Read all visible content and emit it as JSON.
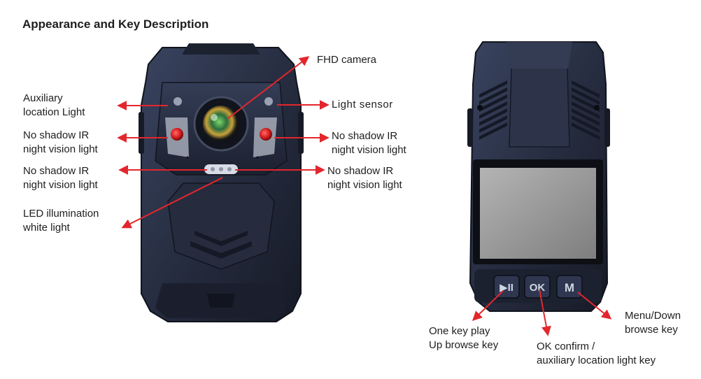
{
  "title": "Appearance and Key Description",
  "front_labels": {
    "aux_light": [
      "Auxiliary",
      "location Light"
    ],
    "fhd_camera": [
      "FHD camera"
    ],
    "light_sensor": [
      "Light sensor"
    ],
    "ir_left_upper": [
      "No shadow IR",
      "night vision light"
    ],
    "ir_right_upper": [
      "No shadow IR",
      "night vision light"
    ],
    "ir_left_lower": [
      "No shadow IR",
      "night vision light"
    ],
    "ir_right_lower": [
      "No shadow IR",
      "night vision light"
    ],
    "led_white": [
      "LED illumination",
      "white light"
    ]
  },
  "back_labels": {
    "play_key": [
      "One key play",
      "Up browse key"
    ],
    "ok_key": [
      "OK confirm /",
      "auxiliary location light key"
    ],
    "menu_key": [
      "Menu/Down",
      "browse key"
    ]
  },
  "keys": {
    "play": "▶II",
    "ok": "OK",
    "menu": "M"
  },
  "colors": {
    "arrow": "#e3262c",
    "body": "#2b3347",
    "body_dark": "#171c29",
    "ir_led": "#d81e1e",
    "screen": "#9a9a9a"
  }
}
